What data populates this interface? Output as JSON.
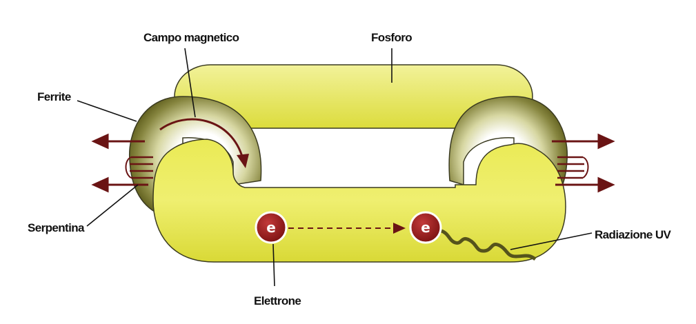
{
  "labels": {
    "campo_magnetico": "Campo magnetico",
    "fosforo": "Fosforo",
    "ferrite": "Ferrite",
    "serpentina": "Serpentina",
    "radiazione_uv": "Radiazione UV",
    "elettrone": "Elettrone"
  },
  "electrons": [
    {
      "symbol": "e"
    },
    {
      "symbol": "e"
    }
  ],
  "colors": {
    "phosphor": "#dede3a",
    "ferrite": "#6b6a23",
    "arrows": "#6a1414",
    "electron": "#8e1a1a",
    "uv_wave": "#55531c"
  }
}
